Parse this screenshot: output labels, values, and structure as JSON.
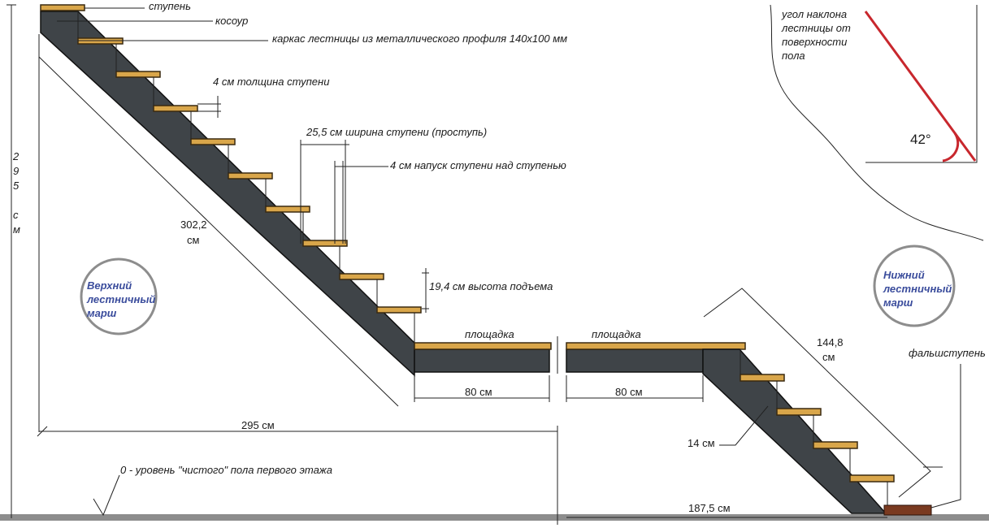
{
  "labels": {
    "step": "ступень",
    "stringer": "косоур",
    "frame": "каркас лестницы из металлического профиля  140х100 мм",
    "thickness": "4 см  толщина ступени",
    "tread": "25,5 см  ширина ступени (проступь)",
    "overhang": "4 см  напуск ступени над ступенью",
    "rise": "19,4 см  высота подъема",
    "upper_length_value": "302,2",
    "upper_length_unit": "см",
    "vertical_height": [
      "2",
      "9",
      "5",
      "",
      "с",
      "м"
    ],
    "upper_flight": [
      "Верхний",
      "лестничный",
      "марш"
    ],
    "lower_flight": [
      "Нижний",
      "лестничный",
      "марш"
    ],
    "landing_left": "площадка",
    "landing_right": "площадка",
    "landing_width_left": "80 см",
    "landing_width_right": "80 см",
    "total_width": "295 см",
    "floor_level": "0 - уровень \"чистого\" пола первого этажа",
    "lower_length_value": "144,8",
    "lower_length_unit": "см",
    "false_step": "фальшступень",
    "stringer_width": "14 см",
    "lower_span": "187,5 см",
    "angle_text": [
      "угол наклона",
      "лестницы от",
      "поверхности",
      "пола"
    ],
    "angle_value": "42°"
  },
  "colors": {
    "tread": "#d9a64a",
    "stringer": "#3f4448",
    "floor": "#8d8d8d",
    "accent_text": "#3a4c9c"
  }
}
